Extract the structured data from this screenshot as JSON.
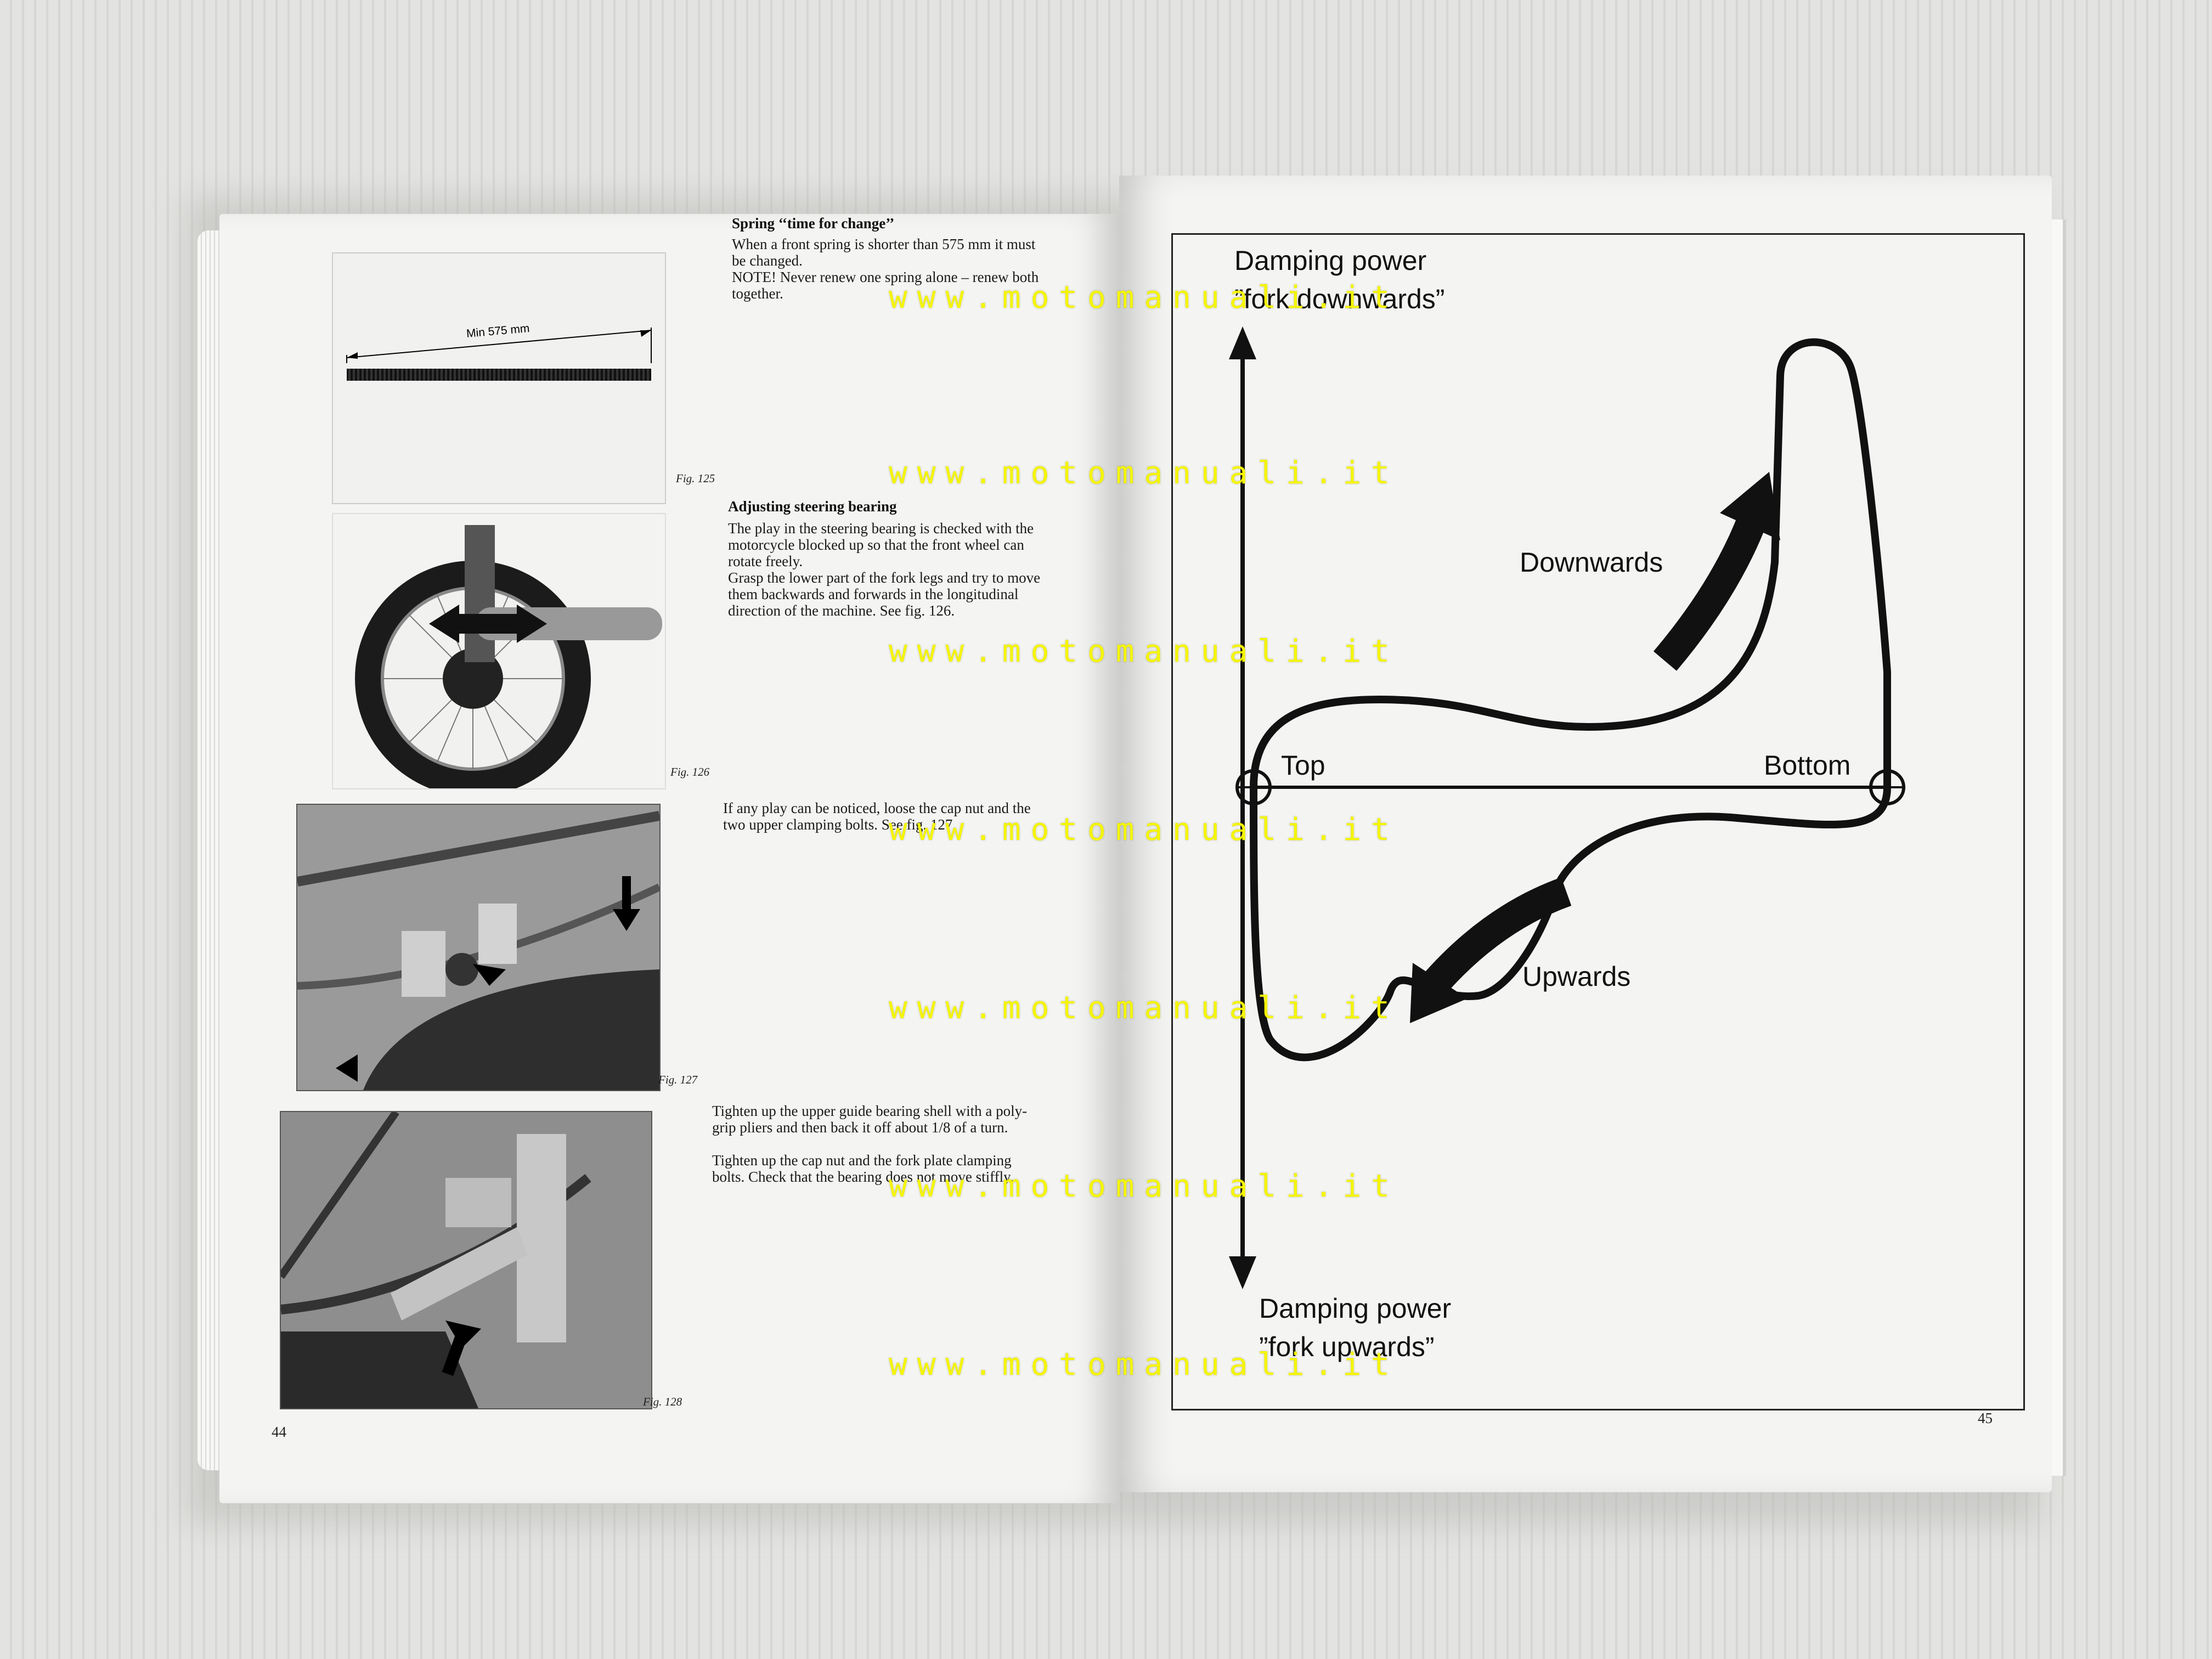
{
  "left_page": {
    "fig125": {
      "dimension_label": "Min 575 mm",
      "caption": "Fig. 125",
      "heading": "Spring ‘‘time for change’’",
      "body": "When a front spring is shorter than 575 mm it must\nbe changed.\nNOTE! Never renew one spring alone – renew both\ntogether."
    },
    "fig126": {
      "caption": "Fig. 126",
      "heading": "Adjusting steering bearing",
      "body": "The play in the steering bearing is checked with the\nmotorcycle blocked up so that the front wheel can\nrotate freely.\nGrasp the lower part of the fork legs and try to move\nthem backwards and forwards in the longitudinal\ndirection of the machine. See fig. 126."
    },
    "fig127": {
      "caption": "Fig. 127",
      "body": "If any play can be noticed, loose the cap nut and the\ntwo upper clamping bolts. See fig. 127."
    },
    "fig128": {
      "caption": "Fig. 128",
      "body1": "Tighten up the upper guide bearing shell with a poly-\ngrip pliers and then back it off about 1/8 of a turn.",
      "body2": "Tighten up the cap nut and the fork plate clamping\nbolts. Check that the bearing does not move stiffly."
    },
    "page_number": "44"
  },
  "right_page": {
    "top_label": "Damping power\n”fork downwards”",
    "bottom_label": "Damping power\n”fork upwards”",
    "downwards_label": "Downwards",
    "upwards_label": "Upwards",
    "top_point_label": "Top",
    "bottom_point_label": "Bottom",
    "page_number": "45"
  },
  "watermark": "www.motomanuali.it"
}
